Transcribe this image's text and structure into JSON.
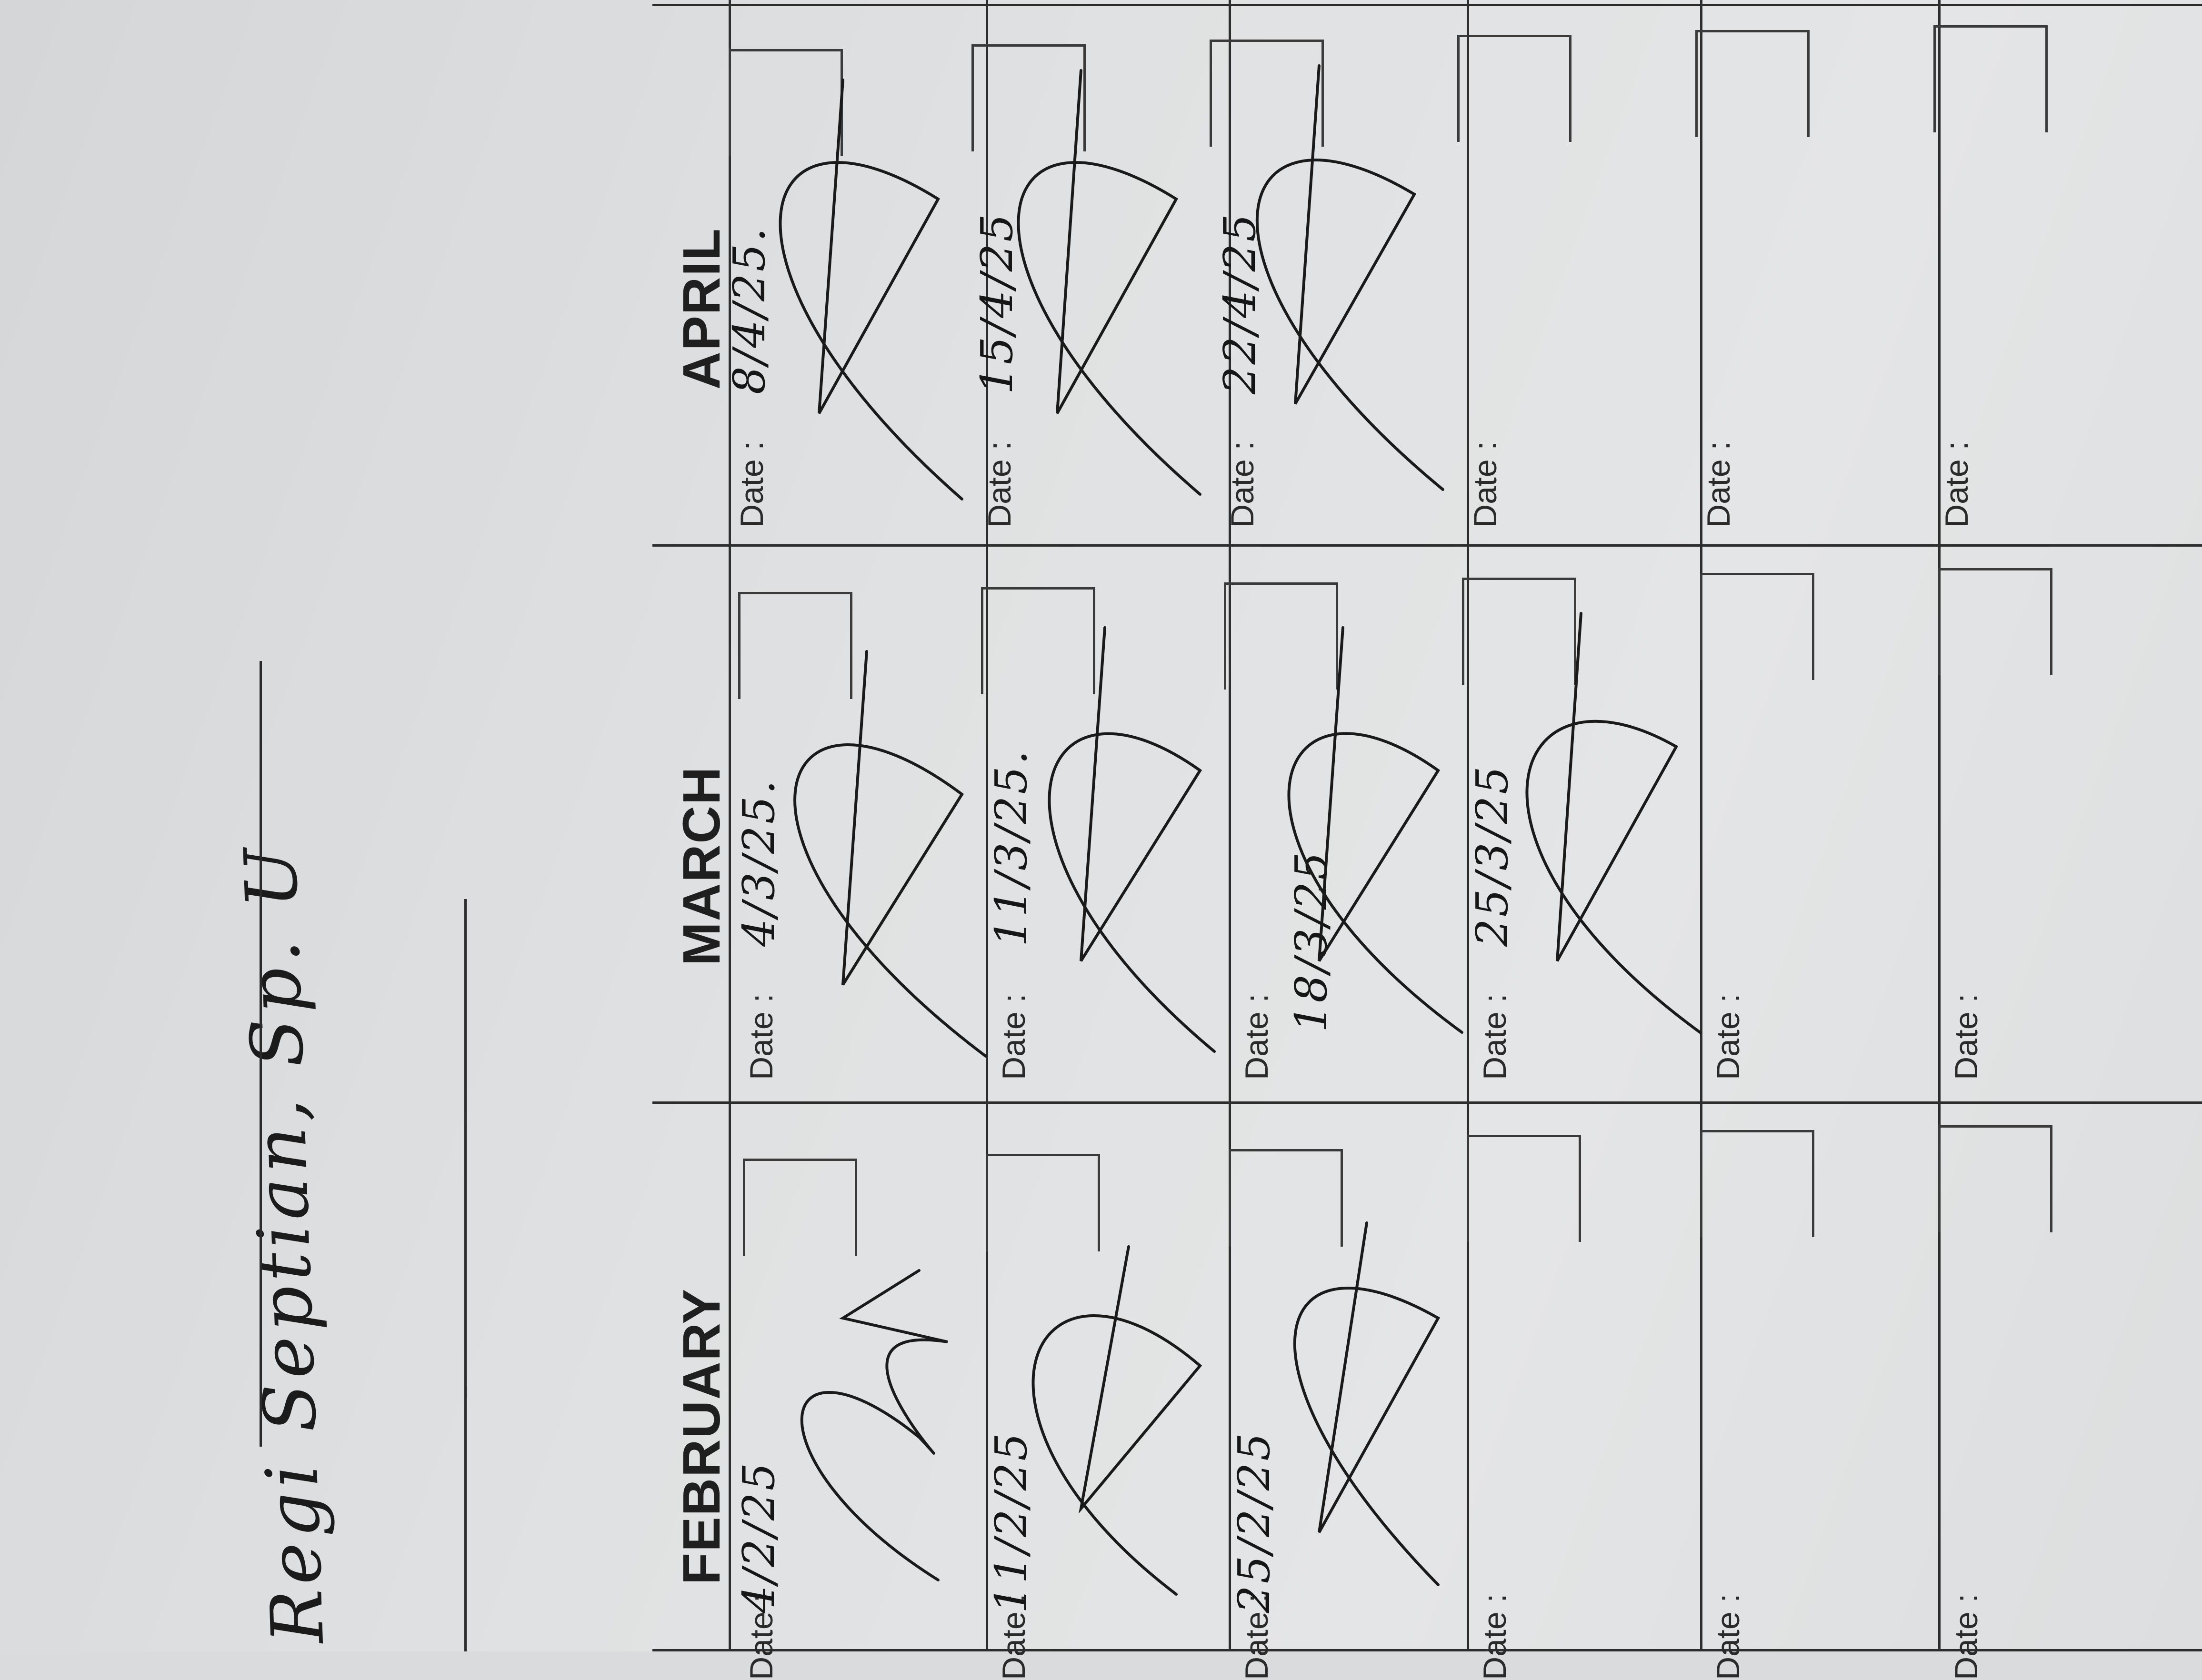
{
  "form": {
    "name": "Regi Septian, Sp. U",
    "date_label": "Date :",
    "months": [
      "FEBRUARY",
      "MARCH",
      "APRIL"
    ],
    "entries": {
      "february": [
        "4/2/25",
        "11/2/25",
        "25/2/25",
        "",
        "",
        ""
      ],
      "march": [
        "4/3/25.",
        "11/3/25.",
        "18/3/25",
        "25/3/25",
        "",
        ""
      ],
      "april": [
        "8/4/25.",
        "15/4/25",
        "22/4/25",
        "",
        "",
        ""
      ]
    }
  }
}
